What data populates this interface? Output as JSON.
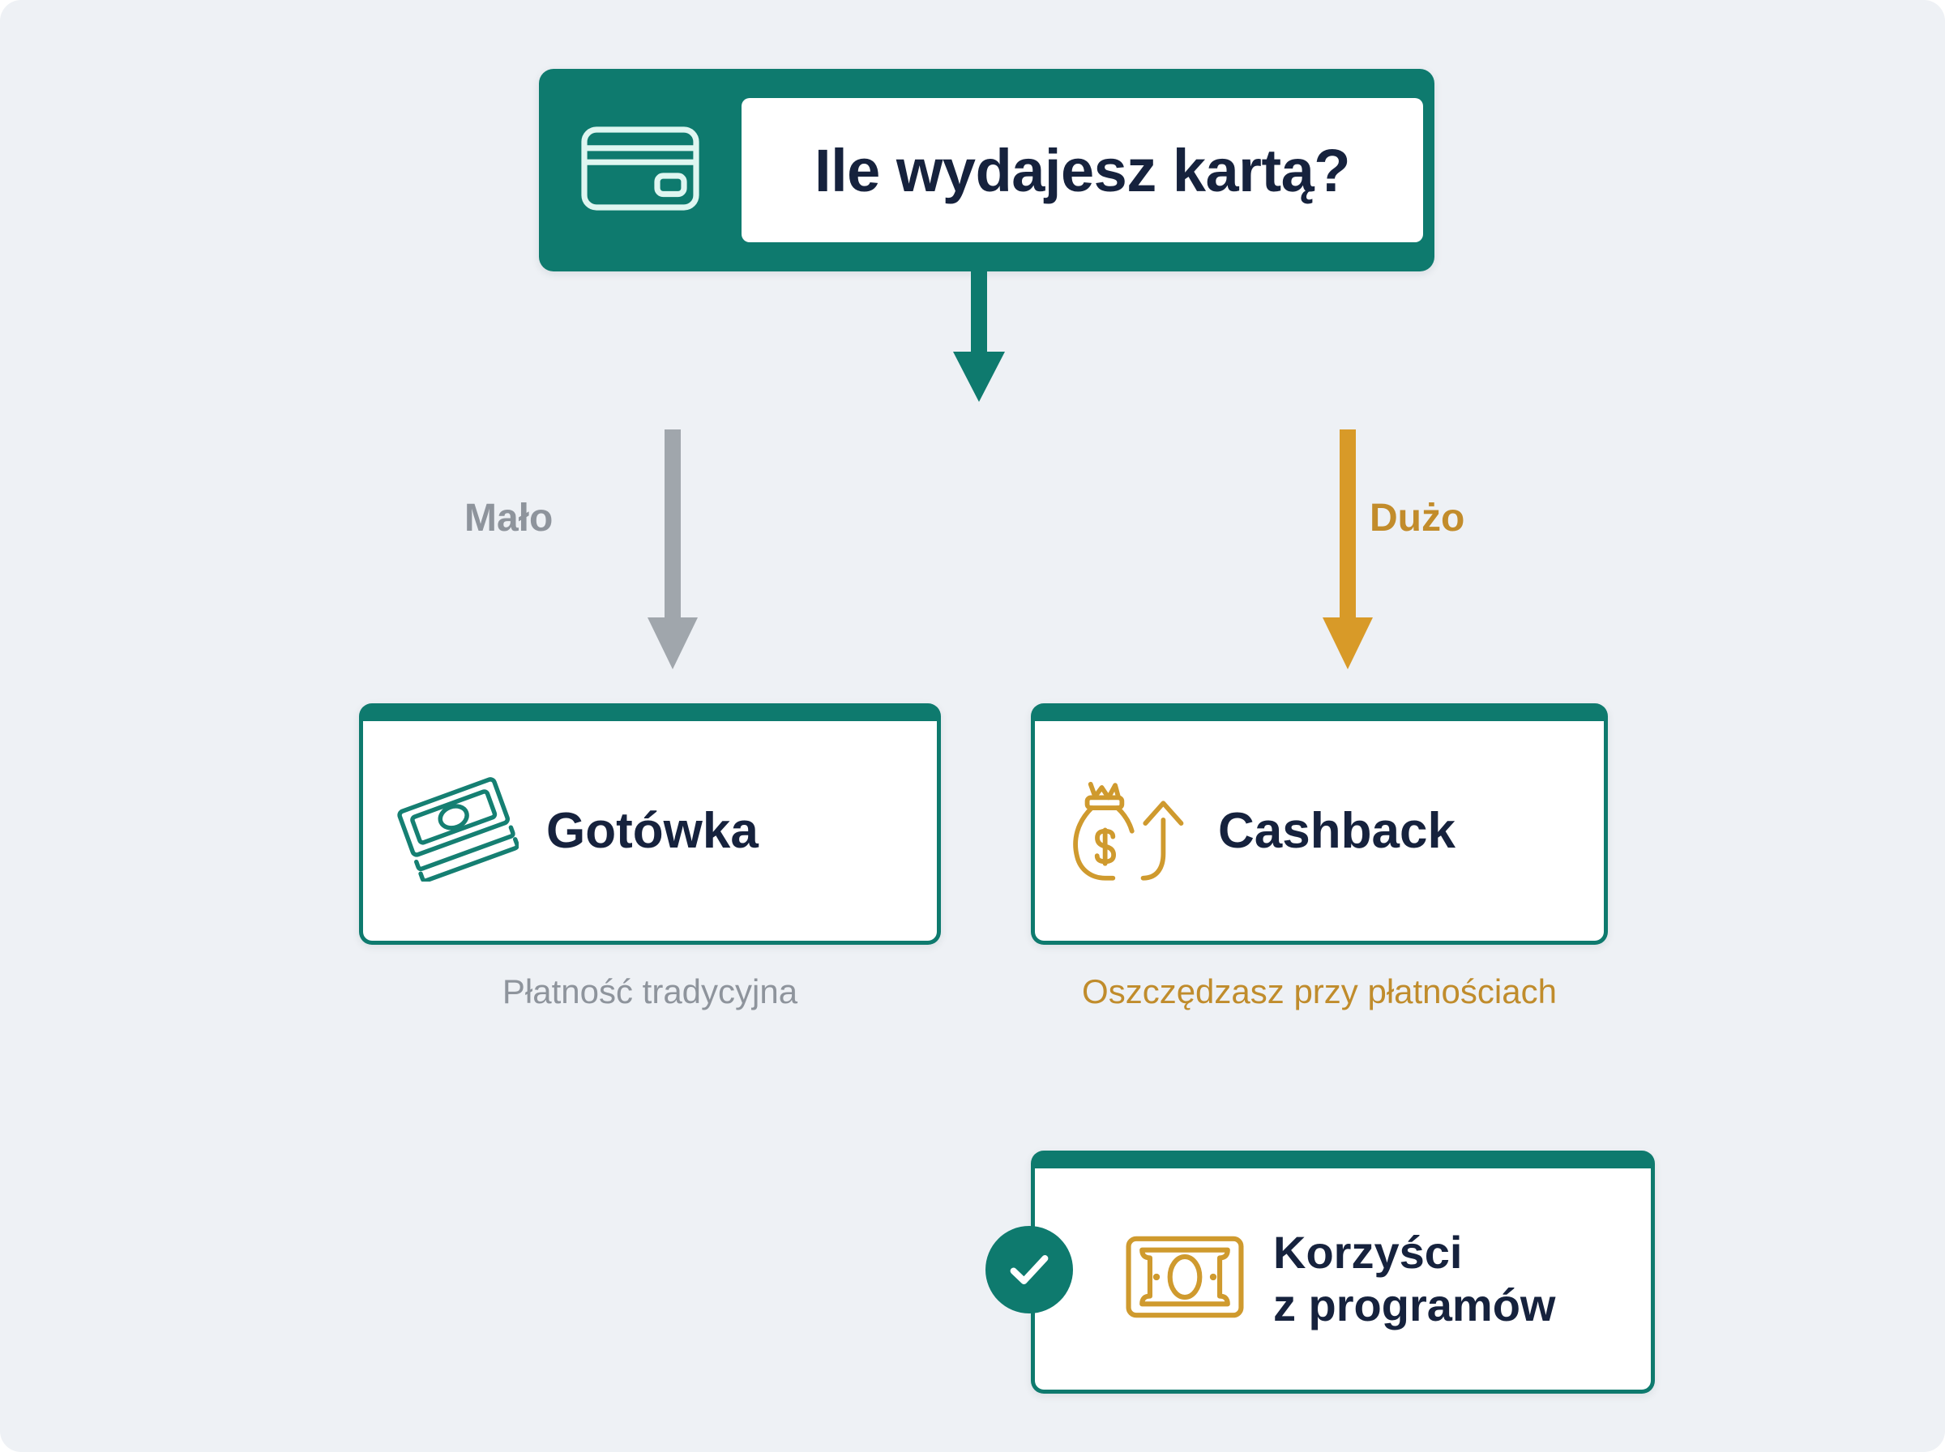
{
  "theme": {
    "background": "#eef1f5",
    "teal": "#0e7a6e",
    "gold": "#c28c2b",
    "gray": "#8e949c",
    "navy": "#16223d",
    "white": "#ffffff"
  },
  "decision": {
    "title": "Ile wydajesz kartą?",
    "icon": "credit-card-icon"
  },
  "branches": [
    {
      "label": "Mało",
      "color": "#8e949c",
      "arrow": "down-arrow-gray"
    },
    {
      "label": "Dużo",
      "color": "#c28c2b",
      "arrow": "down-arrow-gold"
    }
  ],
  "outcomes": [
    {
      "label": "Gotówka",
      "icon": "banknote-stack-icon",
      "icon_color": "#0e7a6e",
      "caption": "Płatność tradycyjna",
      "caption_color": "#8e949c"
    },
    {
      "label": "Cashback",
      "icon": "money-bag-arrow-up-icon",
      "icon_color": "#c28c2b",
      "caption": "Oszczędzasz przy płatnościach",
      "caption_color": "#c08c2c"
    }
  ],
  "benefit": {
    "label": "Korzyści\nz programów",
    "icon": "banknote-icon",
    "icon_color": "#c28c2b",
    "badge_icon": "check-circle-icon",
    "badge_color": "#0e7a6e"
  }
}
